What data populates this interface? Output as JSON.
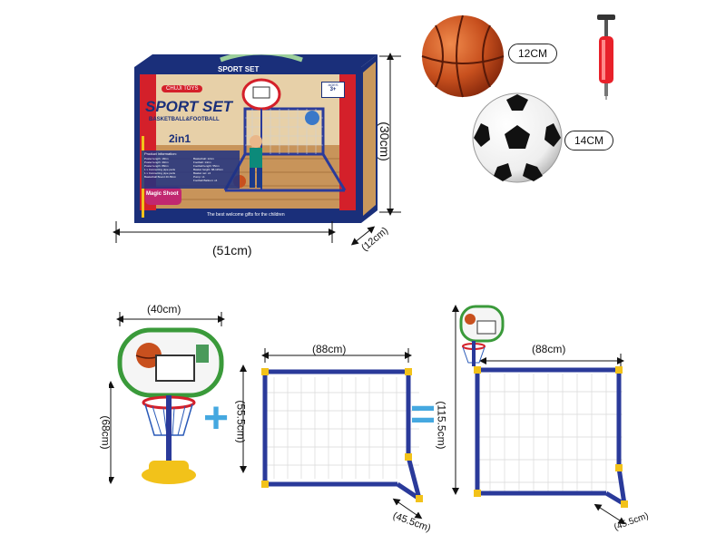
{
  "box": {
    "brand": "CHUJI TOYS",
    "top_strip": "SPORT SET",
    "title": "SPORT SET",
    "subtitle": "BASKETBALL&FOOTBALL",
    "badge_2in1": "2in1",
    "ages_label": "AGES",
    "ages_value": "3+",
    "info_heading": "Product information:",
    "info_left": [
      "Poster length: 18cm",
      "Poster length: 40cm",
      "Poster length: 88cm",
      "1 x Connecting pipe parts",
      "1 x Connecting pipe parts",
      "Basketball Board 40-56cm"
    ],
    "info_right": [
      "Basketball: 12cm",
      "Football: 14cm",
      "Football length: 55cm",
      "Basket height: 68-115cm",
      "Basket net: x4",
      "Pump: x1",
      "Football Balloon: x4"
    ],
    "magic_label": "Magic Shoot",
    "bottom_banner": "The best welcome gifts for the children"
  },
  "dimensions": {
    "box_height": "(30cm)",
    "box_width": "(51cm)",
    "box_depth": "(12cm)",
    "hoop_width": "(40cm)",
    "hoop_height": "(68cm)",
    "goal_width": "(88cm)",
    "goal_height": "(55.5cm)",
    "goal_depth": "(45.5cm)",
    "combo_height": "(115.5cm)",
    "combo_width": "(88cm)",
    "combo_depth": "(45.5cm)"
  },
  "balls": {
    "basketball_size": "12CM",
    "football_size": "14CM"
  },
  "operators": {
    "plus": "+",
    "equals": "="
  },
  "colors": {
    "box_blue": "#1a2f7a",
    "box_red": "#d4202a",
    "floor_wood": "#c8945a",
    "goal_blue": "#2a3a9a",
    "goal_yellow": "#f2c21a",
    "basketball_orange": "#c8501e",
    "operator_blue": "#45a8e0"
  }
}
